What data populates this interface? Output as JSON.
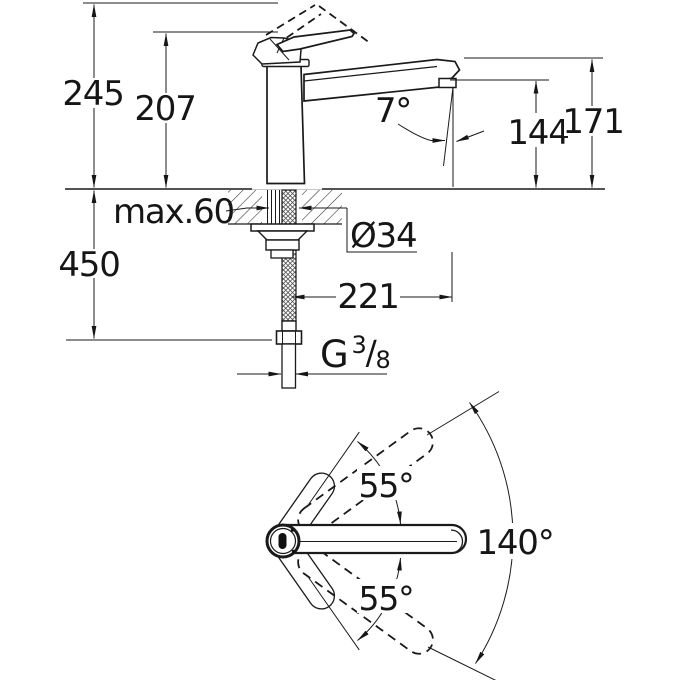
{
  "page": {
    "background": "#ffffff",
    "ink": "#1a1a1a",
    "title": "Faucet technical dimension drawing"
  },
  "front_view": {
    "dims": {
      "overall_height": "245",
      "body_height": "207",
      "hose_length_below": "450",
      "mounting_thickness": "max.60",
      "hole_diameter": "Ø34",
      "spout_reach": "221",
      "spout_outlet_height": "144",
      "spout_top_height": "171",
      "spout_angle": "7°"
    },
    "thread": {
      "g": "G",
      "numerator": "3",
      "slash": "/",
      "denominator": "8"
    }
  },
  "top_view": {
    "swivel_upper": "55°",
    "swivel_lower": "55°",
    "swivel_total": "140°"
  }
}
